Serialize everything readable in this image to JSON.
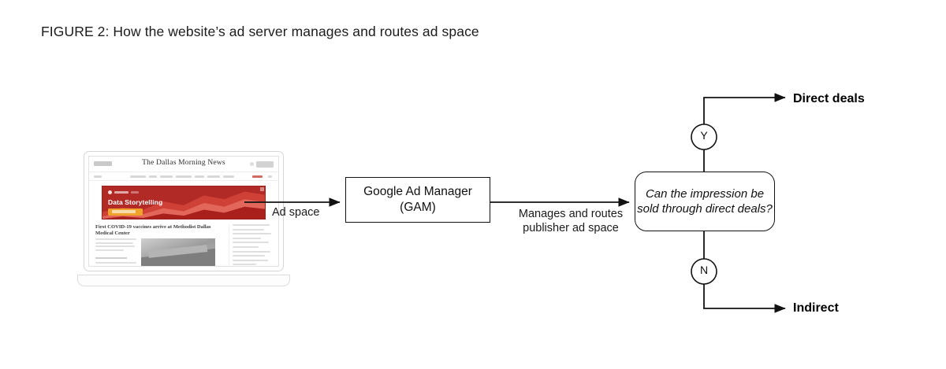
{
  "figure": {
    "title": "FIGURE 2: How the website’s ad server manages and routes ad space"
  },
  "laptop": {
    "name": "laptop-device",
    "webpage": {
      "masthead": "The Dallas Morning News",
      "ad": {
        "title": "Data Storytelling",
        "cta_color": "#f0a32c",
        "background_color": "#b22a26"
      },
      "headline": "First COVID-19 vaccines arrive at Methodist Dallas Medical Center"
    }
  },
  "nodes": {
    "gam": {
      "line1": "Google Ad Manager",
      "line2": "(GAM)"
    },
    "decision": {
      "text": "Can the impression be sold through direct deals?"
    }
  },
  "edges": {
    "ad_space": "Ad space",
    "manages_routes": "Manages and routes publisher ad space",
    "yes_letter": "Y",
    "no_letter": "N"
  },
  "outcomes": {
    "direct": "Direct deals",
    "indirect": "Indirect"
  },
  "colors": {
    "stroke": "#121212",
    "ad_red": "#b22a26",
    "ad_accent": "#f0a32c"
  }
}
